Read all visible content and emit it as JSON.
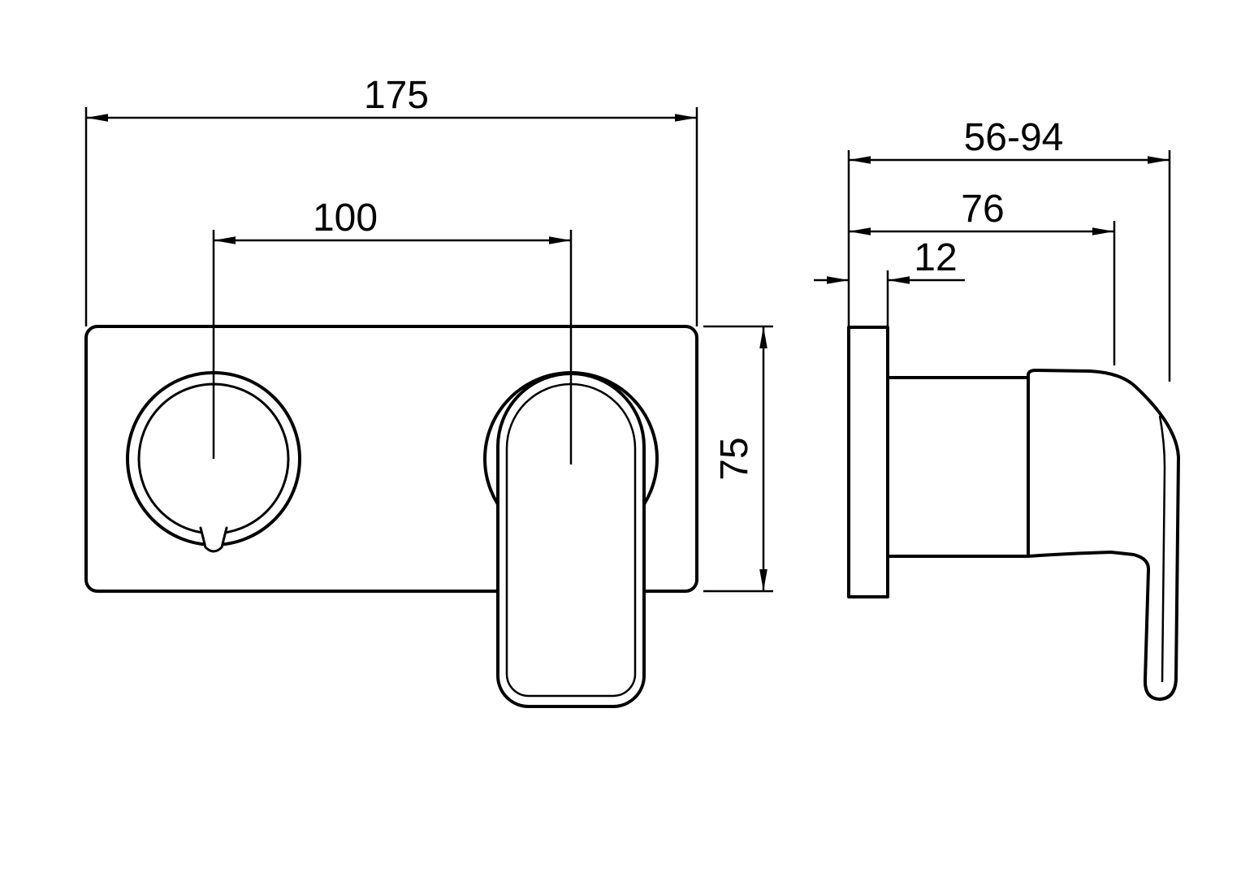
{
  "page": {
    "type": "technical-dimension-drawing",
    "subject": "wall-mounted single-lever mixer valve, front view and side view",
    "background_color": "#ffffff",
    "line_color": "#000000"
  },
  "dimensions": {
    "plate_width": {
      "label": "175"
    },
    "control_spacing": {
      "label": "100"
    },
    "plate_height": {
      "label": "75"
    },
    "depth_range": {
      "label": "56-94"
    },
    "body_depth": {
      "label": "76"
    },
    "plate_thickness": {
      "label": "12"
    }
  }
}
